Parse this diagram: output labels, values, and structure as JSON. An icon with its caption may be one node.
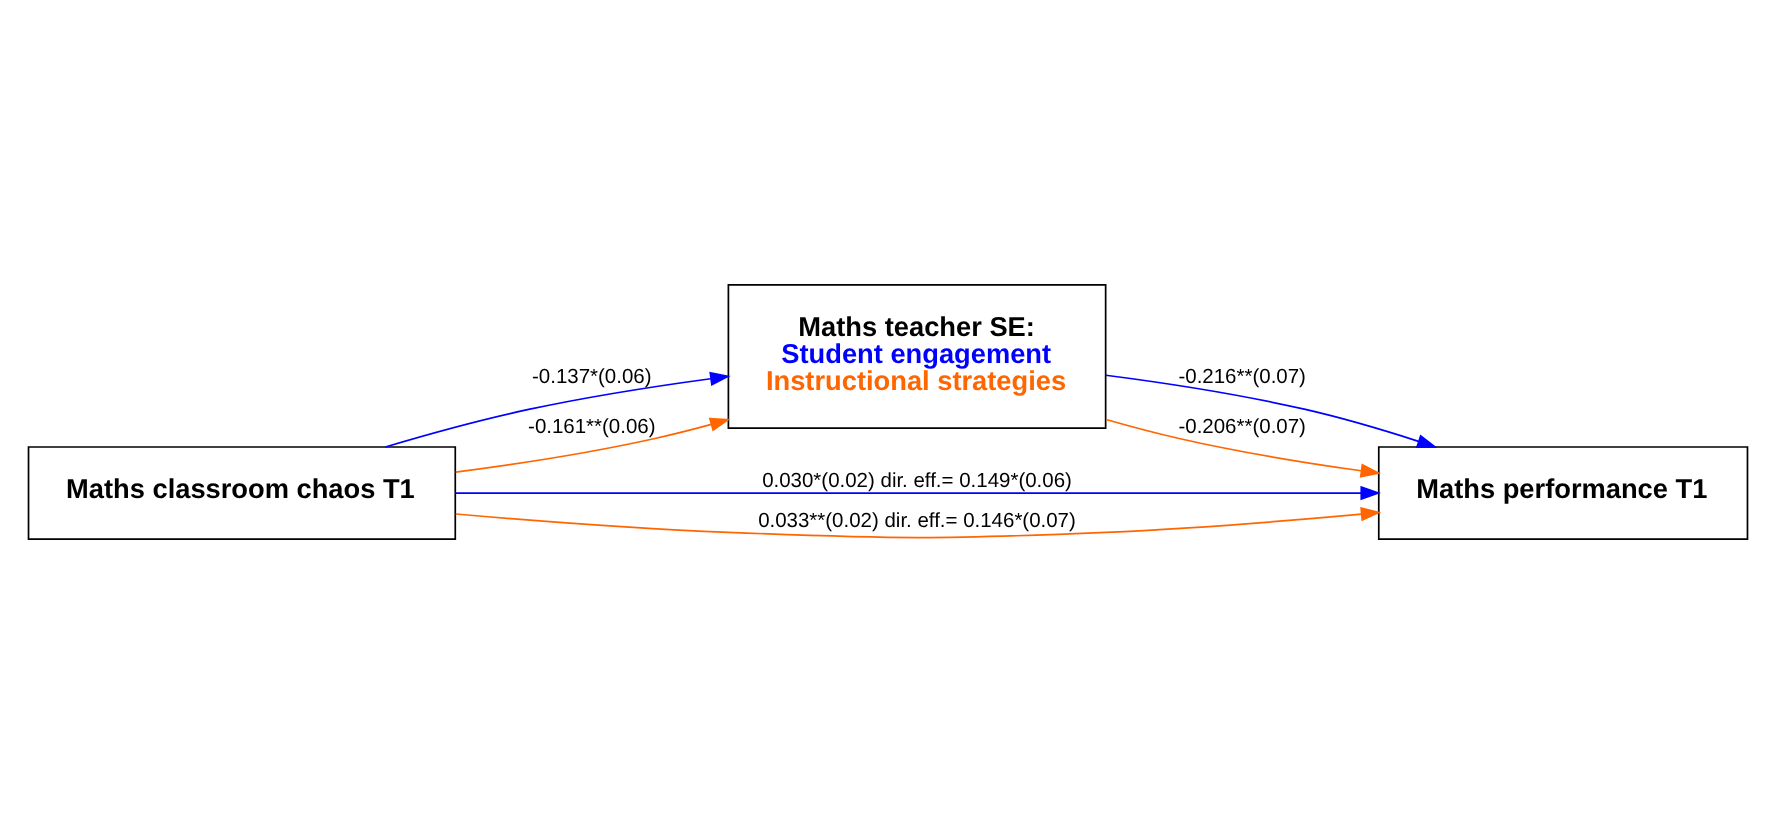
{
  "diagram": {
    "nodes": [
      {
        "text": [
          "Maths classroom chaos T1"
        ]
      },
      {
        "text": [
          "Maths teacher SE:",
          "Student engagement",
          "Instructional strategies"
        ]
      },
      {
        "text": [
          "Maths performance T1"
        ]
      }
    ],
    "edges": [
      {
        "from": 0,
        "to": 1,
        "arrow": "to",
        "label": "-0.137*(0.06)",
        "color": "#0000ff"
      },
      {
        "from": 0,
        "to": 1,
        "arrow": "to",
        "label": "-0.161**(0.06)",
        "color": "#ff6600"
      },
      {
        "from": 1,
        "to": 2,
        "arrow": "to",
        "label": "-0.216**(0.07)",
        "color": "#0000ff"
      },
      {
        "from": 1,
        "to": 2,
        "arrow": "to",
        "label": "-0.206**(0.07)",
        "color": "#ff6600"
      },
      {
        "from": 0,
        "to": 2,
        "arrow": "to",
        "label": "0.030*(0.02) dir. eff.= 0.149*(0.06)",
        "color": "#0000ff"
      },
      {
        "from": 0,
        "to": 2,
        "arrow": "to",
        "label": "0.033**(0.02) dir. eff.= 0.146*(0.07)",
        "color": "#ff6600"
      }
    ]
  }
}
